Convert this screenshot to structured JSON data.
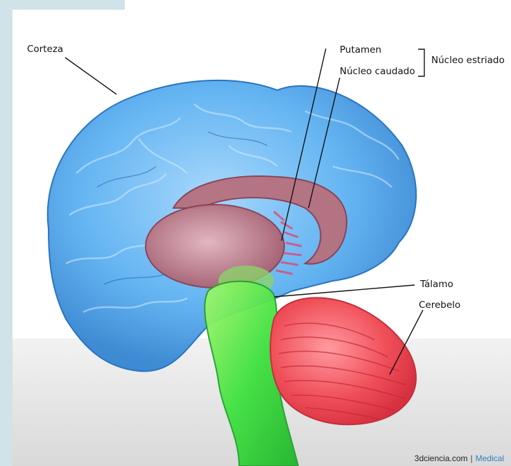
{
  "labels": {
    "corteza": "Corteza",
    "putamen": "Putamen",
    "nucleo_caudado": "Núcleo caudado",
    "nucleo_estriado": "Núcleo estriado",
    "talamo": "Tálamo",
    "cerebelo": "Cerebelo"
  },
  "credit": {
    "site": "3dciencia.com",
    "separator": "|",
    "section": "Medical"
  },
  "colors": {
    "cortex": "#4aa8f0",
    "striatum": "#c97a86",
    "brainstem": "#3fe13f",
    "cerebellum": "#f0505a",
    "credit_accent": "#2f7fc0"
  }
}
